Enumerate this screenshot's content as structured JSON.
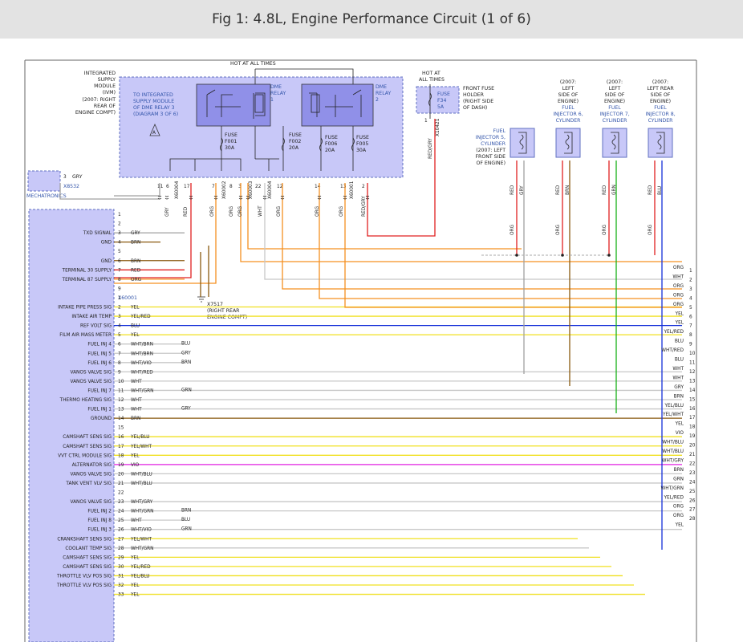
{
  "title": "Fig 1: 4.8L, Engine Performance Circuit (1 of 6)",
  "colors": {
    "RED": "#e02020",
    "BLU": "#1530d8",
    "GRN": "#18b018",
    "YEL": "#f0e020",
    "ORG": "#f59020",
    "BRN": "#8a5a10",
    "GRY": "#a0a0a0",
    "WHT": "#c8c8c8",
    "VIO": "#e020e0",
    "module_fill": "#c8c8f8",
    "module_stroke": "#6070c0",
    "relay_fill": "#9090e8"
  },
  "top": {
    "hot_all_times": "HOT AT ALL TIMES",
    "ism_label": [
      "INTEGRATED",
      "SUPPLY",
      "MODULE",
      "(IVM)",
      "(2007: RIGHT",
      "REAR OF",
      "ENGINE COMPT)"
    ],
    "ism_link": [
      "TO INTEGRATED",
      "SUPPLY MODULE",
      "OF DME RELAY 3",
      "(DIAGRAM 3 OF 6)"
    ],
    "relay1": [
      "DME",
      "RELAY",
      "1"
    ],
    "relay2": [
      "DME",
      "RELAY",
      "2"
    ],
    "fuses": [
      {
        "l1": "FUSE",
        "l2": "F001",
        "l3": "30A"
      },
      {
        "l1": "FUSE",
        "l2": "F002",
        "l3": "20A"
      },
      {
        "l1": "FUSE",
        "l2": "F006",
        "l3": "20A"
      },
      {
        "l1": "FUSE",
        "l2": "F005",
        "l3": "30A"
      }
    ],
    "ism_pins": [
      "11",
      "6",
      "17",
      "7",
      "8",
      "3",
      "22",
      "12",
      "14",
      "13",
      "2"
    ],
    "ism_connectors": [
      "X60004",
      "X60002",
      "X60003",
      "X60004",
      "X60001"
    ],
    "hot2": [
      "HOT AT",
      "ALL TIMES"
    ],
    "ffh_label": [
      "FRONT FUSE",
      "HOLDER",
      "(RIGHT SIDE",
      "OF DASH)"
    ],
    "f34": [
      "FUSE",
      "F34",
      "5A"
    ],
    "f34_conn": "X10421",
    "f34_wire": "RED/GRY",
    "mech_pin": "3",
    "mech_color": "GRY",
    "mech_conn": "X8532",
    "mech_label": "MECHATRONICS"
  },
  "wire_tags_top": [
    "GRY",
    "RED",
    "ORG",
    "ORG",
    "ORG",
    "WHT",
    "ORG",
    "ORG",
    "ORG",
    "RED/GRY"
  ],
  "injectors": [
    {
      "label": [
        "FUEL",
        "INJECTOR 5,",
        "CYLINDER",
        "(2007: LEFT",
        "FRONT SIDE",
        "OF ENGINE)"
      ],
      "c1": "RED",
      "c2": "GRY"
    },
    {
      "label": [
        "(2007:",
        "LEFT",
        "SIDE OF",
        "ENGINE)",
        "FUEL",
        "INJECTOR 6,",
        "CYLINDER"
      ],
      "c1": "RED",
      "c2": "BRN"
    },
    {
      "label": [
        "(2007:",
        "LEFT",
        "SIDE OF",
        "ENGINE)",
        "FUEL",
        "INJECTOR 7,",
        "CYLINDER"
      ],
      "c1": "RED",
      "c2": "GRN"
    },
    {
      "label": [
        "(2007:",
        "LEFT REAR",
        "SIDE OF",
        "ENGINE)",
        "FUEL",
        "INJECTOR 8,",
        "CYLINDER"
      ],
      "c1": "RED",
      "c2": "BLU"
    }
  ],
  "inj_org": "ORG",
  "dme": {
    "conn": "X60001",
    "ground": {
      "name": "X7517",
      "note": [
        "(RIGHT REAR",
        "ENGINE COMPT)"
      ]
    },
    "rows": [
      {
        "pin": "1",
        "sig": "",
        "col": ""
      },
      {
        "pin": "2",
        "sig": "",
        "col": ""
      },
      {
        "pin": "3",
        "sig": "TXD SIGNAL",
        "col": "GRY"
      },
      {
        "pin": "4",
        "sig": "GND",
        "col": "BRN"
      },
      {
        "pin": "5",
        "sig": "",
        "col": ""
      },
      {
        "pin": "6",
        "sig": "GND",
        "col": "BRN"
      },
      {
        "pin": "7",
        "sig": "TERMINAL 30 SUPPLY",
        "col": "RED"
      },
      {
        "pin": "8",
        "sig": "TERMINAL 87 SUPPLY",
        "col": "ORG"
      },
      {
        "pin": "9",
        "sig": "",
        "col": ""
      },
      {
        "pin": "1",
        "sig": "",
        "col": ""
      },
      {
        "pin": "2",
        "sig": "INTAKE PIPE PRESS SIG",
        "col": "YEL"
      },
      {
        "pin": "3",
        "sig": "INTAKE AIR TEMP",
        "col": "YEL/RED"
      },
      {
        "pin": "4",
        "sig": "REF VOLT SIG",
        "col": "BLU"
      },
      {
        "pin": "5",
        "sig": "FILM AIR MASS METER",
        "col": "YEL"
      },
      {
        "pin": "6",
        "sig": "FUEL INJ 4",
        "col": "WHT/BRN",
        "c2": "BLU"
      },
      {
        "pin": "7",
        "sig": "FUEL INJ 5",
        "col": "WHT/BRN",
        "c2": "GRY"
      },
      {
        "pin": "8",
        "sig": "FUEL INJ 6",
        "col": "WHT/VIO",
        "c2": "BRN"
      },
      {
        "pin": "9",
        "sig": "VANOS VALVE SIG",
        "col": "WHT/RED"
      },
      {
        "pin": "10",
        "sig": "VANOS VALVE SIG",
        "col": "WHT"
      },
      {
        "pin": "11",
        "sig": "FUEL INJ 7",
        "col": "WHT/GRN",
        "c2": "GRN"
      },
      {
        "pin": "12",
        "sig": "THERMO HEATING SIG",
        "col": "WHT"
      },
      {
        "pin": "13",
        "sig": "FUEL INJ 1",
        "col": "WHT",
        "c2": "GRY"
      },
      {
        "pin": "14",
        "sig": "GROUND",
        "col": "BRN"
      },
      {
        "pin": "15",
        "sig": "",
        "col": ""
      },
      {
        "pin": "16",
        "sig": "CAMSHAFT SENS SIG",
        "col": "YEL/BLU"
      },
      {
        "pin": "17",
        "sig": "CAMSHAFT SENS SIG",
        "col": "YEL/WHT"
      },
      {
        "pin": "18",
        "sig": "VVT CTRL MODULE SIG",
        "col": "YEL"
      },
      {
        "pin": "19",
        "sig": "ALTERNATOR SIG",
        "col": "VIO"
      },
      {
        "pin": "20",
        "sig": "VANOS VALVE SIG",
        "col": "WHT/BLU"
      },
      {
        "pin": "21",
        "sig": "TANK VENT VLV SIG",
        "col": "WHT/BLU"
      },
      {
        "pin": "22",
        "sig": "",
        "col": ""
      },
      {
        "pin": "23",
        "sig": "VANOS VALVE SIG",
        "col": "WHT/GRY"
      },
      {
        "pin": "24",
        "sig": "FUEL INJ 2",
        "col": "WHT/GRN",
        "c2": "BRN"
      },
      {
        "pin": "25",
        "sig": "FUEL INJ 8",
        "col": "WHT",
        "c2": "BLU"
      },
      {
        "pin": "26",
        "sig": "FUEL INJ 3",
        "col": "WHT/VIO",
        "c2": "GRN"
      },
      {
        "pin": "27",
        "sig": "CRANKSHAFT SENS SIG",
        "col": "YEL/WHT"
      },
      {
        "pin": "28",
        "sig": "COOLANT TEMP SIG",
        "col": "WHT/GRN"
      },
      {
        "pin": "29",
        "sig": "CAMSHAFT SENS SIG",
        "col": "YEL"
      },
      {
        "pin": "30",
        "sig": "CAMSHAFT SENS SIG",
        "col": "YEL/RED"
      },
      {
        "pin": "31",
        "sig": "THROTTLE VLV POS SIG",
        "col": "YEL/BLU"
      },
      {
        "pin": "32",
        "sig": "THROTTLE VLV POS SIG",
        "col": "YEL"
      },
      {
        "pin": "33",
        "sig": "",
        "col": "YEL"
      }
    ]
  },
  "right_refs": [
    {
      "n": "1",
      "col": "ORG"
    },
    {
      "n": "2",
      "col": "WHT"
    },
    {
      "n": "3",
      "col": "ORG"
    },
    {
      "n": "4",
      "col": "ORG"
    },
    {
      "n": "5",
      "col": "ORG"
    },
    {
      "n": "6",
      "col": "YEL"
    },
    {
      "n": "7",
      "col": "YEL"
    },
    {
      "n": "8",
      "col": "YEL/RED"
    },
    {
      "n": "9",
      "col": "BLU"
    },
    {
      "n": "10",
      "col": "WHT/RED"
    },
    {
      "n": "11",
      "col": "BLU"
    },
    {
      "n": "12",
      "col": "WHT"
    },
    {
      "n": "13",
      "col": "WHT"
    },
    {
      "n": "14",
      "col": "GRY"
    },
    {
      "n": "15",
      "col": "BRN"
    },
    {
      "n": "16",
      "col": "YEL/BLU"
    },
    {
      "n": "17",
      "col": "YEL/WHT"
    },
    {
      "n": "18",
      "col": "YEL"
    },
    {
      "n": "19",
      "col": "VIO"
    },
    {
      "n": "20",
      "col": "WHT/BLU"
    },
    {
      "n": "21",
      "col": "WHT/BLU"
    },
    {
      "n": "22",
      "col": "WHT/GRY"
    },
    {
      "n": "23",
      "col": "BRN"
    },
    {
      "n": "24",
      "col": "GRN"
    },
    {
      "n": "25",
      "col": "WHT/GRN"
    },
    {
      "n": "26",
      "col": "YEL/RED"
    },
    {
      "n": "27",
      "col": "ORG"
    },
    {
      "n": "28",
      "col": "ORG"
    },
    {
      "n": "",
      "col": "YEL"
    }
  ]
}
